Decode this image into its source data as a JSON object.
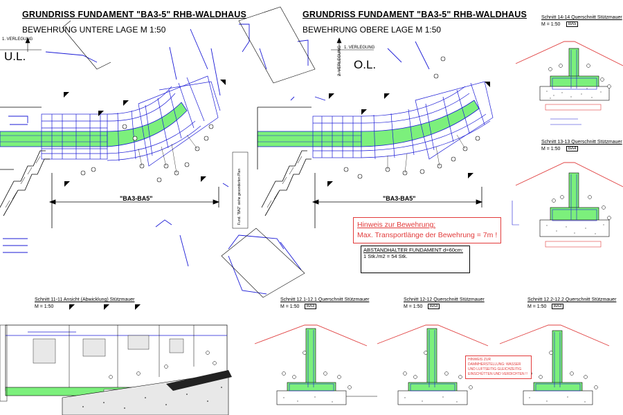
{
  "plans": {
    "left": {
      "title": "GRUNDRISS FUNDAMENT \"BA3-5\" RHB-WALDHAUS",
      "subtitle": "BEWEHRUNG UNTERE LAGE  M 1:50",
      "layer_label": "U.L.",
      "dimension_label": "\"BA3-BA5\""
    },
    "right": {
      "title": "GRUNDRISS FUNDAMENT \"BA3-5\" RHB-WALDHAUS",
      "subtitle": "BEWEHRUNG OBERE LAGE  M 1:50",
      "layer_label": "O.L.",
      "dimension_label": "\"BA3-BA5\""
    }
  },
  "direction_label": "1. VERLEGUNG",
  "direction_label_2": "2. VERLEGUNG",
  "hinweis": {
    "title": "Hinweis zur Bewehrung:",
    "text": "Max. Transportlänge der Bewehrung = 7m !"
  },
  "abstandhalter": {
    "title": "ABSTANDHALTER  FUNDAMENT d=60cm:",
    "text": "1 Stk./m2 = 54 Stk."
  },
  "sections_right": [
    {
      "title": "Schnitt 14-14  Querschnitt Stützmauer",
      "scale": "M = 1:50",
      "tag": "BA5"
    },
    {
      "title": "Schnitt 13-13  Querschnitt Stützmauer",
      "scale": "M = 1:50",
      "tag": "BA4"
    }
  ],
  "sections_bottom": [
    {
      "title": "Schnitt 11-11  Ansicht (Abwicklung) Stützmauer",
      "scale": "M = 1:50",
      "tag": ""
    },
    {
      "title": "Schnitt 12.1-12.1  Querschnitt Stützmauer",
      "scale": "M = 1:50",
      "tag": "BA3"
    },
    {
      "title": "Schnitt 12-12  Querschnitt Stützmauer",
      "scale": "M = 1:50",
      "tag": "BA3"
    },
    {
      "title": "Schnitt 12.2-12.2  Querschnitt Stützmauer",
      "scale": "M = 1:50",
      "tag": "BA3"
    }
  ],
  "bottom_note": "HINWEIS ZUR DAMMHERSTELLUNG: WASSER UND LUFTSEITIG GLEICHZEITIG EINSCHÜTTEN UND VERDICHTEN !!",
  "colors": {
    "rebar": "#1a1ad6",
    "concrete": "#7cf07c",
    "terrain": "#e04040",
    "note": "#e23a3a",
    "line": "#000000"
  }
}
